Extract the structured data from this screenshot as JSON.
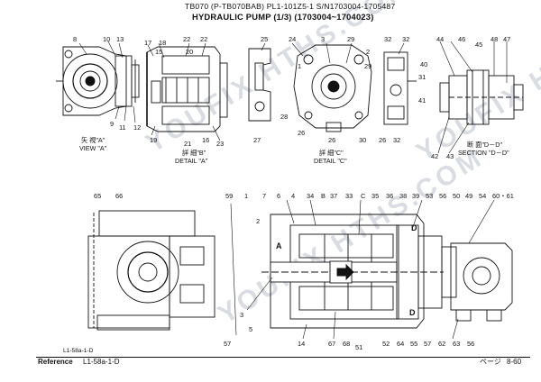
{
  "header": {
    "line1": "TB070 (P-TB070BAB) PL1-101Z5-1  S/N1703004-1705487",
    "line2": "HYDRAULIC PUMP (1/3) (1703004~1704023)"
  },
  "captions": {
    "view_a_jp": "矢 視\"A\"",
    "view_a_en": "VIEW \"A\"",
    "detail_b_jp": "詳 細\"B\"",
    "detail_b_en": "DETAIL \"A\"",
    "detail_c_jp": "詳 細\"C\"",
    "detail_c_en": "DETAIL \"C\"",
    "section_jp": "断 面\"D－D\"",
    "section_en": "SECTION \"D－D\""
  },
  "footer": {
    "small_ref": "L1-58a-1-D",
    "reference_label": "Reference",
    "reference_value": "L1-58a-1-D",
    "page_label": "ページ",
    "page_value": "8-60"
  },
  "watermark": "YOUFIX HTHS.COM",
  "callouts": {
    "view_a": [
      "8",
      "10",
      "13",
      "9",
      "11",
      "12",
      "17",
      "18",
      "15",
      "19"
    ],
    "detail_b": [
      "22",
      "20",
      "21",
      "16",
      "23"
    ],
    "part25": [
      "25",
      "27",
      "28"
    ],
    "detail_c": [
      "24",
      "3",
      "29",
      "1",
      "2",
      "26",
      "30"
    ],
    "part32": [
      "32",
      "31",
      "26",
      "32"
    ],
    "section_dd": [
      "44",
      "46",
      "45",
      "48",
      "47",
      "40",
      "41",
      "42",
      "43"
    ],
    "main_view": [
      "65",
      "66"
    ],
    "main_section_top": [
      "59",
      "1",
      "7",
      "6",
      "4",
      "34",
      "B",
      "37",
      "33",
      "C",
      "35",
      "36",
      "38",
      "39",
      "53",
      "56",
      "50",
      "49",
      "54",
      "60・61"
    ],
    "main_section_side": [
      "2",
      "3",
      "5",
      "57",
      "14",
      "67",
      "68",
      "51",
      "52",
      "64",
      "55",
      "57",
      "62",
      "63",
      "56"
    ],
    "letters": [
      "A",
      "D",
      "D"
    ]
  }
}
